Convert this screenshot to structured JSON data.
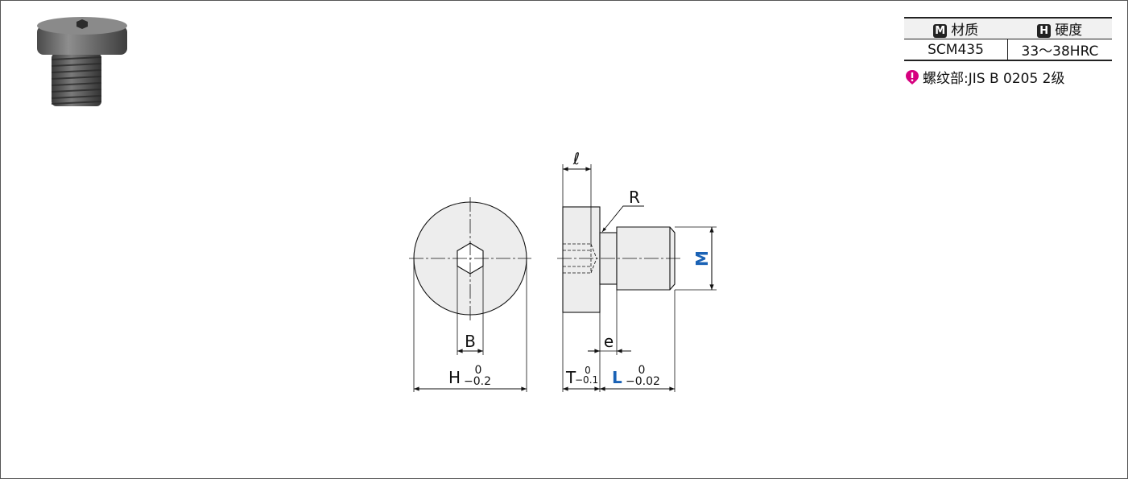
{
  "spec_table": {
    "material_badge": "M",
    "material_header": "材质",
    "hardness_badge": "H",
    "hardness_header": "硬度",
    "material_value": "SCM435",
    "hardness_value": "33～38HRC"
  },
  "note": "螺纹部:JIS B 0205 2级",
  "colors": {
    "dimension_blue": "#1a62b5",
    "note_magenta": "#d6007f"
  },
  "drawing": {
    "label_l_small": "ℓ",
    "label_R": "R",
    "label_M": "M",
    "label_B": "B",
    "label_e": "e",
    "label_H": "H",
    "tol_H_upper": "0",
    "tol_H_lower": "−0.2",
    "label_T": "T",
    "tol_T_upper": "0",
    "tol_T_lower": "−0.1",
    "label_L": "L",
    "tol_L_upper": "0",
    "tol_L_lower": "−0.02"
  }
}
